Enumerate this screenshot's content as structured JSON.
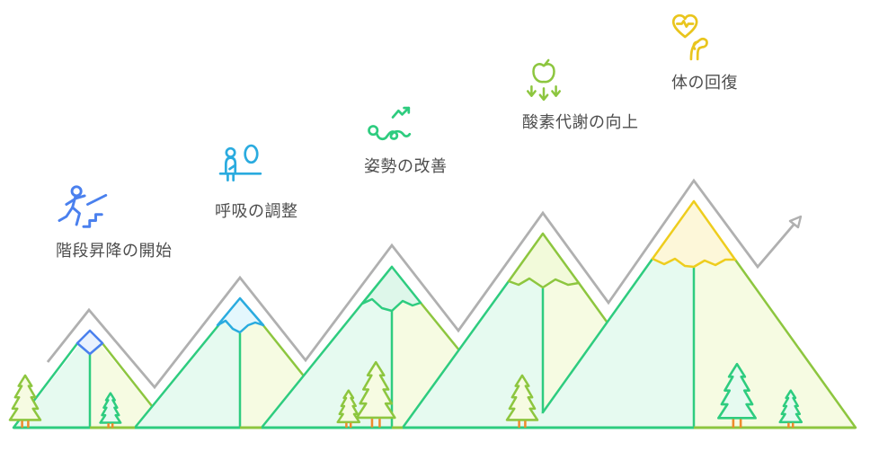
{
  "steps": [
    {
      "label": "階段昇降の開始",
      "icon": "stair-climbing-icon",
      "color": "#4a80ee"
    },
    {
      "label": "呼吸の調整",
      "icon": "breathing-icon",
      "color": "#2aabdf"
    },
    {
      "label": "姿勢の改善",
      "icon": "situp-exercise-icon",
      "color": "#2ecc7f"
    },
    {
      "label": "酸素代謝の向上",
      "icon": "apple-arrows-icon",
      "color": "#8dc63f"
    },
    {
      "label": "体の回復",
      "icon": "heart-muscle-icon",
      "color": "#e9c51d"
    }
  ],
  "scene": {
    "mountain_count": 5,
    "trend_direction": "ascending-right",
    "colors": {
      "text": "#4d4d4d",
      "trend_line_gray": "#b0b0b0",
      "slope_green": "#2ecc7f",
      "slope_yellow_green": "#8dc63f",
      "cap_blue": "#4a80ee",
      "cap_cyan": "#2aabdf",
      "cap_yellow": "#eecd1e",
      "mint_fill": "#e6faf0",
      "pale_yellow_fill": "#f6fbe2",
      "blue_cap_fill": "#eaf2fe",
      "cyan_cap_fill": "#e4f7fd",
      "mint_cap_fill": "#def7ea",
      "yellow_green_cap_fill": "#f2fada",
      "yellow_cap_fill": "#fdf7d9",
      "tree_trunk_orange": "#ef8b2c"
    }
  }
}
